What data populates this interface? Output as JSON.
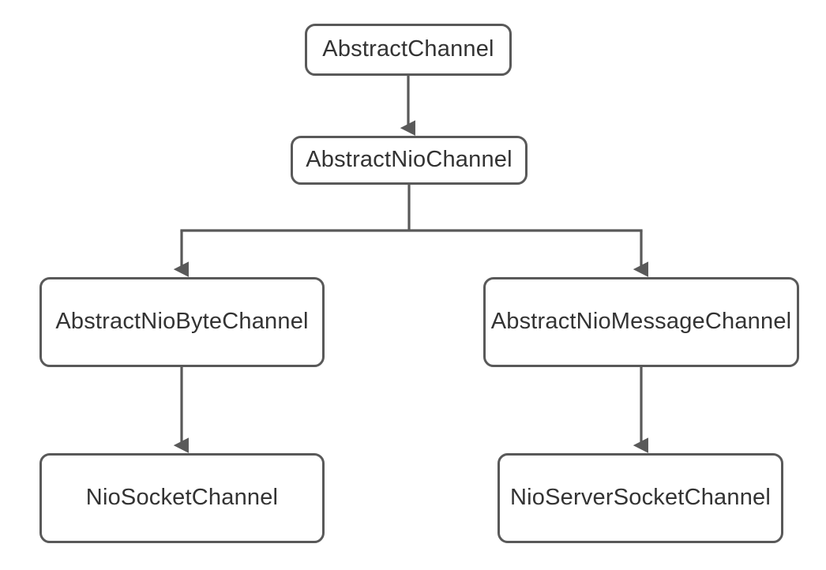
{
  "diagram": {
    "type": "class-hierarchy-tree",
    "background_color": "#ffffff",
    "node_border_color": "#595959",
    "node_fill_color": "#ffffff",
    "edge_color": "#595959",
    "text_color": "#333333",
    "nodes": [
      {
        "id": "abstract-channel",
        "label": "AbstractChannel",
        "level": 1
      },
      {
        "id": "abstract-nio-channel",
        "label": "AbstractNioChannel",
        "level": 2
      },
      {
        "id": "abstract-nio-byte",
        "label": "AbstractNioByteChannel",
        "level": 3
      },
      {
        "id": "abstract-nio-message",
        "label": "AbstractNioMessageChannel",
        "level": 3
      },
      {
        "id": "nio-socket",
        "label": "NioSocketChannel",
        "level": 4
      },
      {
        "id": "nio-server-socket",
        "label": "NioServerSocketChannel",
        "level": 4
      }
    ],
    "edges": [
      {
        "from": "abstract-channel",
        "to": "abstract-nio-channel",
        "style": "straight-arrow"
      },
      {
        "from": "abstract-nio-channel",
        "to": "abstract-nio-byte",
        "style": "elbow-arrow"
      },
      {
        "from": "abstract-nio-channel",
        "to": "abstract-nio-message",
        "style": "elbow-arrow"
      },
      {
        "from": "abstract-nio-byte",
        "to": "nio-socket",
        "style": "straight-arrow"
      },
      {
        "from": "abstract-nio-message",
        "to": "nio-server-socket",
        "style": "straight-arrow"
      }
    ]
  }
}
